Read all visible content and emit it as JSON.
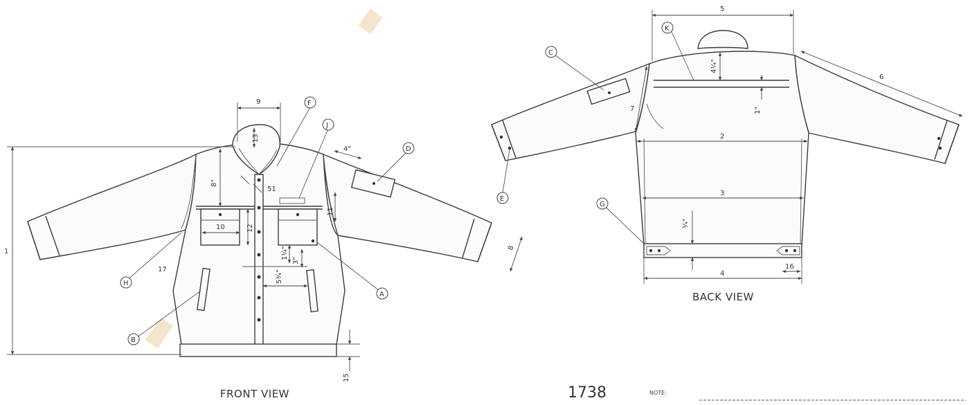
{
  "views": {
    "front_caption": "FRONT VIEW",
    "back_caption": "BACK VIEW"
  },
  "style_number": "1738",
  "note_label": "NOTE:",
  "callouts": {
    "A": "A",
    "B": "B",
    "C": "C",
    "D": "D",
    "E": "E",
    "F": "F",
    "G": "G",
    "H": "H",
    "J": "J",
    "K": "K"
  },
  "front_dimensions": {
    "d1": "1",
    "d9": "9",
    "d13": "13",
    "d8in": "8\"",
    "d4in": "4\"",
    "d51": "51",
    "d10": "10",
    "d11": "11",
    "d12": "12",
    "d17": "17",
    "d8": "8",
    "d1_1_4": "1¼\"",
    "d3in": "3\"",
    "d5_3_4": "5¾\"",
    "d15": "15"
  },
  "back_dimensions": {
    "d5": "5",
    "d4_1_4": "4¼\"",
    "d6": "6",
    "d7": "7",
    "d1in": "1\"",
    "d2": "2",
    "d3": "3",
    "d1_2": "¾\"",
    "d4": "4",
    "d16": "16"
  }
}
